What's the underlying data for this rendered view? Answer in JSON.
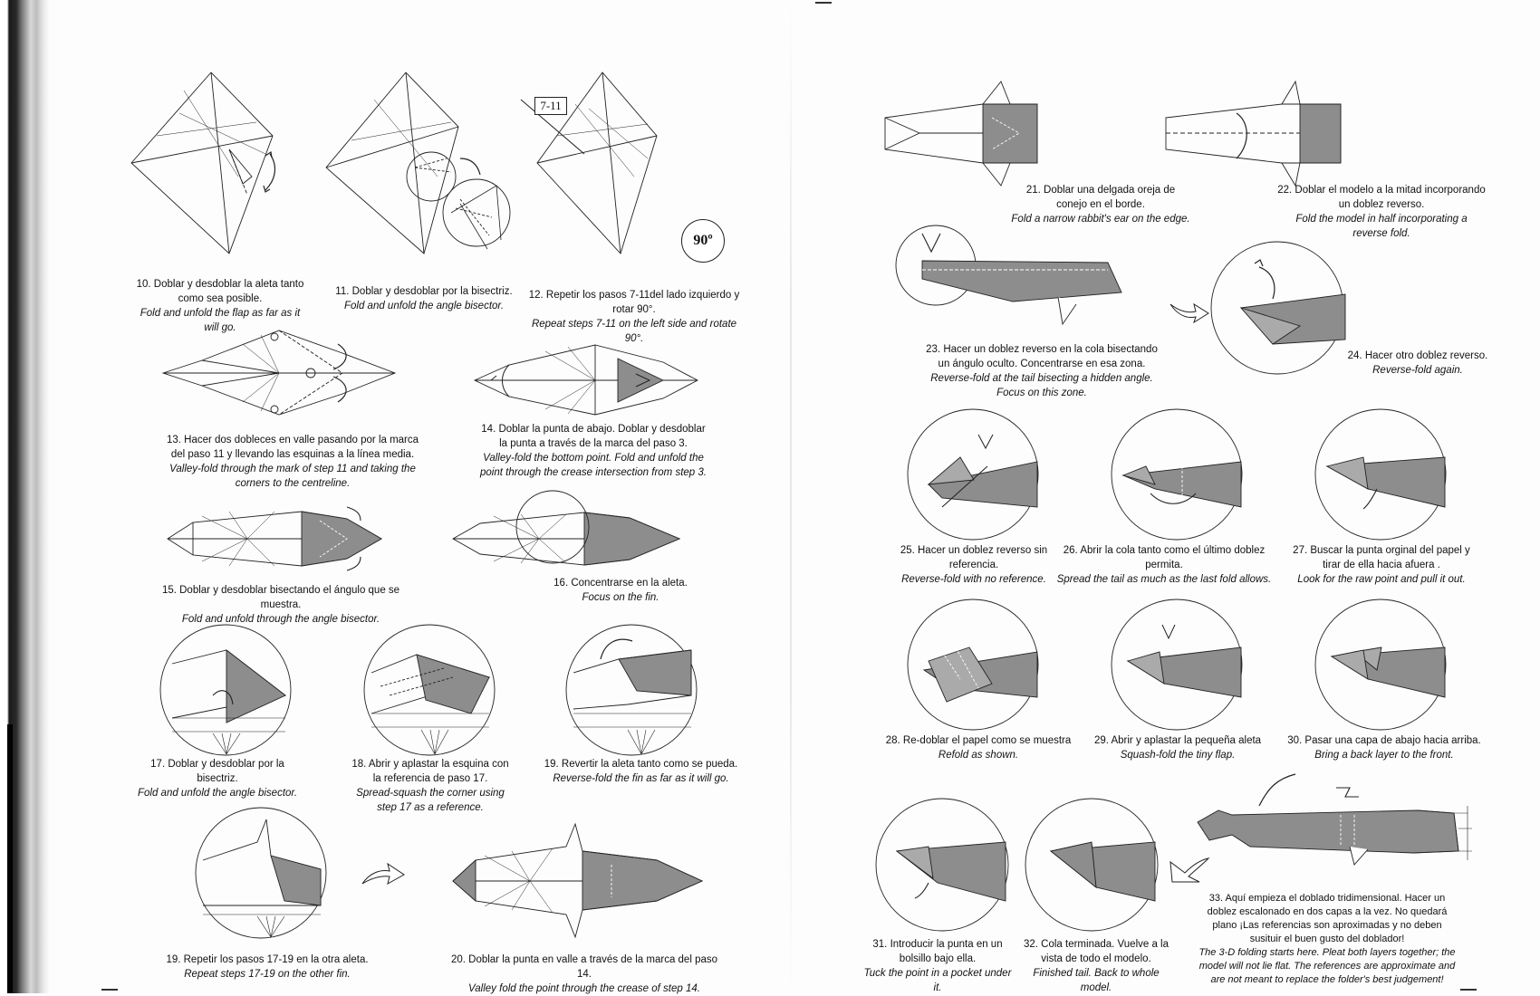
{
  "page": {
    "ref_box": "7-11",
    "rotate_badge": "90º"
  },
  "steps": [
    {
      "id": "10",
      "es": "10. Doblar y desdoblar la aleta tanto como sea posible.",
      "en": "Fold and unfold the flap as far as it will go."
    },
    {
      "id": "11",
      "es": "11. Doblar y desdoblar por la bisectriz.",
      "en": "Fold and unfold the angle bisector."
    },
    {
      "id": "12",
      "es": "12. Repetir los pasos 7-11del lado izquierdo y rotar 90°.",
      "en": "Repeat steps 7-11 on the left side and rotate 90°."
    },
    {
      "id": "13",
      "es": "13. Hacer dos dobleces en valle pasando por la marca del paso 11 y llevando las esquinas a la línea media.",
      "en": "Valley-fold through the mark of step 11 and taking the corners to the centreline."
    },
    {
      "id": "14",
      "es": "14. Doblar la punta de abajo. Doblar y desdoblar la punta a través de la marca del paso 3.",
      "en": "Valley-fold the bottom point. Fold and unfold the point through the crease intersection from step 3."
    },
    {
      "id": "15",
      "es": "15. Doblar y desdoblar bisectando el ángulo que se muestra.",
      "en": "Fold and unfold through the angle bisector."
    },
    {
      "id": "16",
      "es": "16. Concentrarse en la aleta.",
      "en": "Focus on the fin."
    },
    {
      "id": "17",
      "es": "17. Doblar y desdoblar por la bisectriz.",
      "en": "Fold and unfold the angle bisector."
    },
    {
      "id": "18",
      "es": "18. Abrir y aplastar la esquina con la referencia de paso 17.",
      "en": "Spread-squash the corner using step 17 as a reference."
    },
    {
      "id": "19a",
      "es": "19. Revertir la aleta tanto como se pueda.",
      "en": "Reverse-fold the fin as far as it will go."
    },
    {
      "id": "19b",
      "es": "19. Repetir los pasos 17-19 en la otra aleta.",
      "en": "Repeat steps 17-19 on the other fin."
    },
    {
      "id": "20",
      "es": "20. Doblar la punta en valle a través de la marca del paso 14.",
      "en": "Valley fold the point through the crease of step 14."
    },
    {
      "id": "21",
      "es": "21. Doblar una delgada oreja de conejo en el borde.",
      "en": "Fold a narrow rabbit's ear on the edge."
    },
    {
      "id": "22",
      "es": "22. Doblar el modelo a la mitad incorporando un doblez reverso.",
      "en": "Fold the model in half incorporating a reverse fold."
    },
    {
      "id": "23",
      "es": "23. Hacer un doblez reverso en la cola bisectando un ángulo oculto. Concentrarse en esa zona.",
      "en": "Reverse-fold at the tail bisecting a hidden angle. Focus on this zone."
    },
    {
      "id": "24",
      "es": "24. Hacer otro doblez reverso.",
      "en": "Reverse-fold again."
    },
    {
      "id": "25",
      "es": "25. Hacer un doblez reverso sin referencia.",
      "en": "Reverse-fold with no reference."
    },
    {
      "id": "26",
      "es": "26. Abrir la cola tanto como el último doblez permita.",
      "en": "Spread the tail as much as the last fold allows."
    },
    {
      "id": "27",
      "es": "27. Buscar la punta orginal del papel y tirar de ella hacia afuera .",
      "en": "Look for the raw point and pull it out."
    },
    {
      "id": "28",
      "es": "28. Re-doblar el papel como se muestra",
      "en": "Refold as shown."
    },
    {
      "id": "29",
      "es": "29. Abrir y aplastar la pequeña aleta",
      "en": "Squash-fold the tiny flap."
    },
    {
      "id": "30",
      "es": "30. Pasar una capa de abajo hacia arriba.",
      "en": "Bring a back layer to the front."
    },
    {
      "id": "31",
      "es": "31. Introducir la punta en un bolsillo bajo ella.",
      "en": "Tuck the point in a pocket under it."
    },
    {
      "id": "32",
      "es": "32. Cola terminada. Vuelve a la vista de todo el modelo.",
      "en": "Finished tail. Back to whole model."
    },
    {
      "id": "33",
      "es": "33. Aquí empieza el doblado tridimensional. Hacer un doblez escalonado en dos capas a la vez. No quedará plano ¡Las referencias son aproximadas y no deben susituir el buen gusto del doblador!",
      "en": "The 3-D folding starts here. Pleat both layers together; the model will not lie flat. The references are approximate and are not meant to replace the folder's best judgement!"
    }
  ]
}
